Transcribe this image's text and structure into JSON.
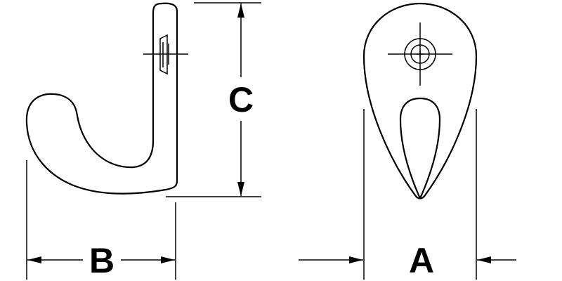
{
  "diagram": {
    "labels": {
      "a": "A",
      "b": "B",
      "c": "C"
    },
    "line_color": "#000000",
    "background": "#ffffff"
  }
}
